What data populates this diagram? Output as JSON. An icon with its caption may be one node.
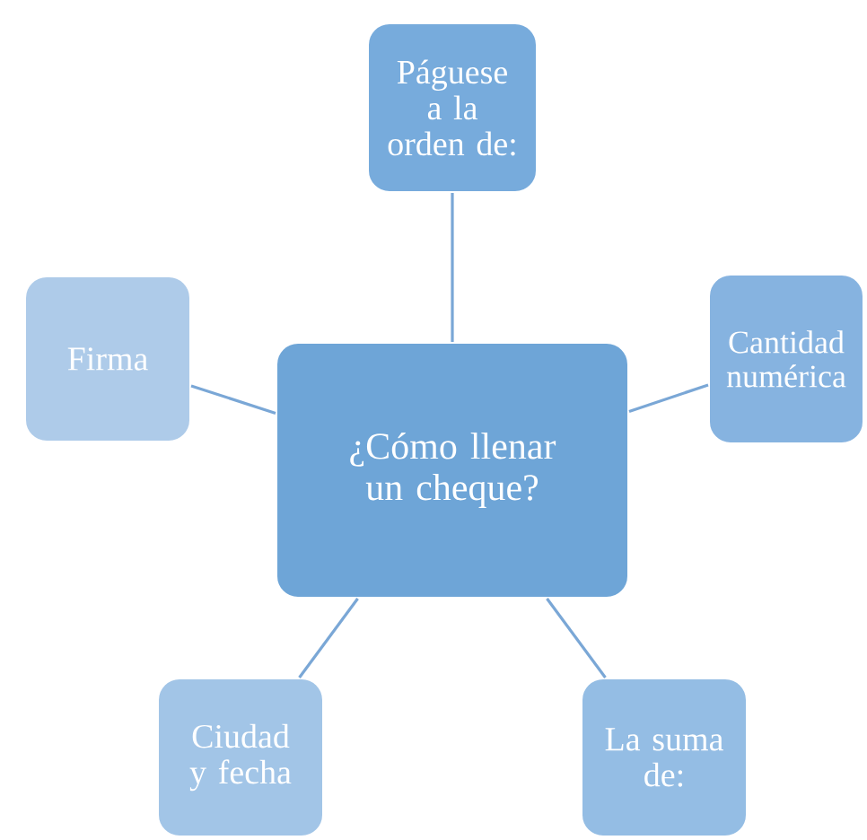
{
  "diagram": {
    "nodes": [
      {
        "text": [
          "¿Cómo llenar un cheque?"
        ]
      },
      {
        "text": [
          "Páguese a la orden de:"
        ]
      },
      {
        "text": [
          "Cantidad numérica"
        ]
      },
      {
        "text": [
          "La suma de:"
        ]
      },
      {
        "text": [
          "Ciudad y fecha"
        ]
      },
      {
        "text": [
          "Firma"
        ]
      }
    ],
    "edges": [
      {
        "from": 0,
        "to": 1,
        "arrow": "none"
      },
      {
        "from": 0,
        "to": 2,
        "arrow": "none"
      },
      {
        "from": 0,
        "to": 3,
        "arrow": "none"
      },
      {
        "from": 0,
        "to": 4,
        "arrow": "none"
      },
      {
        "from": 0,
        "to": 5,
        "arrow": "none"
      }
    ]
  }
}
